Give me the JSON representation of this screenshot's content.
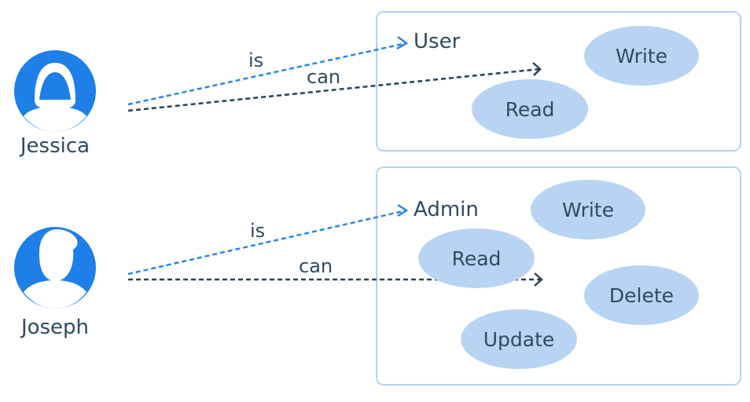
{
  "colors": {
    "primary_blue": "#1e7fe8",
    "is_arrow": "#2a87e6",
    "can_arrow": "#2c4159",
    "text": "#2f4a63",
    "box_border": "#b6d2f3",
    "ellipse_fill": "#b9d4f3"
  },
  "people": [
    {
      "name": "Jessica",
      "avatar_icon": "female-user-icon"
    },
    {
      "name": "Joseph",
      "avatar_icon": "male-user-icon"
    }
  ],
  "relations": {
    "is_label": "is",
    "can_label": "can"
  },
  "groups": [
    {
      "role": "User",
      "permissions": [
        "Write",
        "Read"
      ]
    },
    {
      "role": "Admin",
      "permissions": [
        "Write",
        "Read",
        "Delete",
        "Update"
      ]
    }
  ]
}
